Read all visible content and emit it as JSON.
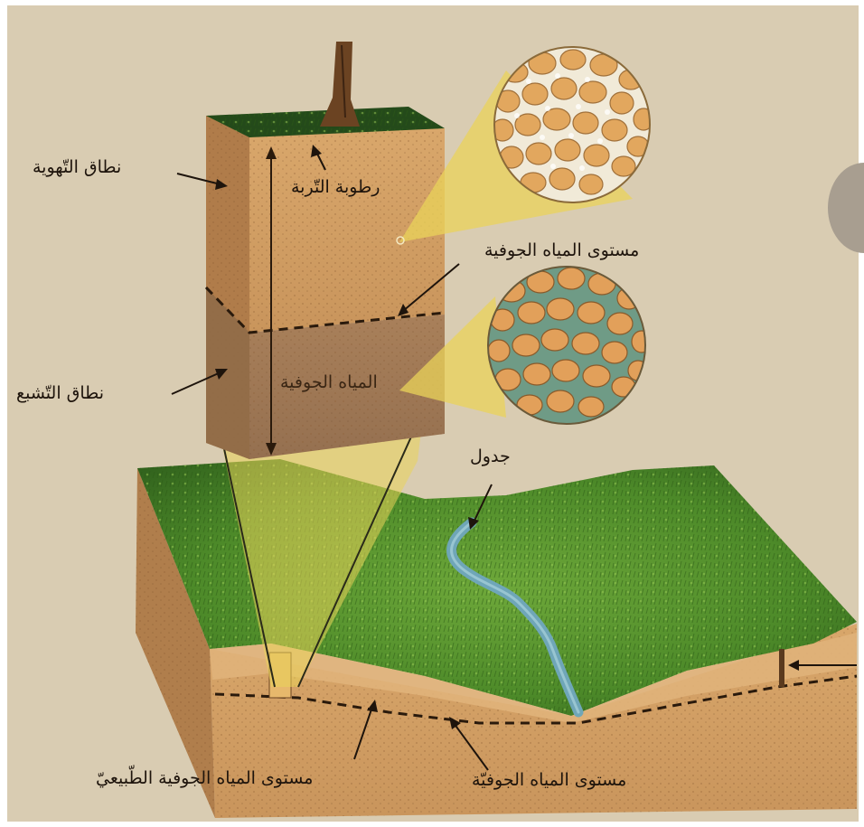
{
  "labels": {
    "aeration_zone": "نطاق التّهوية",
    "soil_moisture": "رطوبة التّربة",
    "water_table_top": "مستوى المياه الجوفية",
    "saturation_zone": "نطاق التّشبع",
    "groundwater": "المياه الجوفية",
    "stream": "جدول",
    "natural_water_table": "مستوى المياه الجوفية الطّبيعيّ",
    "water_table_bottom": "مستوى المياه الجوفيّة"
  },
  "colors": {
    "background": "#d9ccb2",
    "soil_light": "#d7a468",
    "soil_dark": "#a77c52",
    "grass": "#4c8a2a",
    "water": "#6fa6b8",
    "callout_yellow": "#ead35a",
    "label_text": "#1e140c"
  }
}
